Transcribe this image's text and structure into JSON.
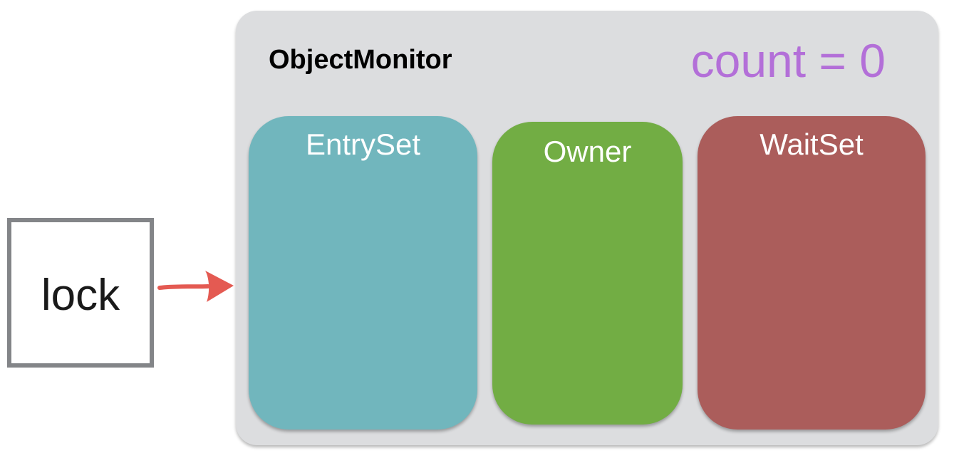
{
  "lock": {
    "label": "lock",
    "border_color": "#838588"
  },
  "arrow": {
    "color": "#e45a52"
  },
  "monitor": {
    "title": "ObjectMonitor",
    "count_label": "count = 0",
    "count_color": "#b36fd8",
    "background": "#dcdddf"
  },
  "sets": [
    {
      "label": "EntrySet",
      "color": "#71b6bd"
    },
    {
      "label": "Owner",
      "color": "#72ad44"
    },
    {
      "label": "WaitSet",
      "color": "#ab5d5b"
    }
  ]
}
